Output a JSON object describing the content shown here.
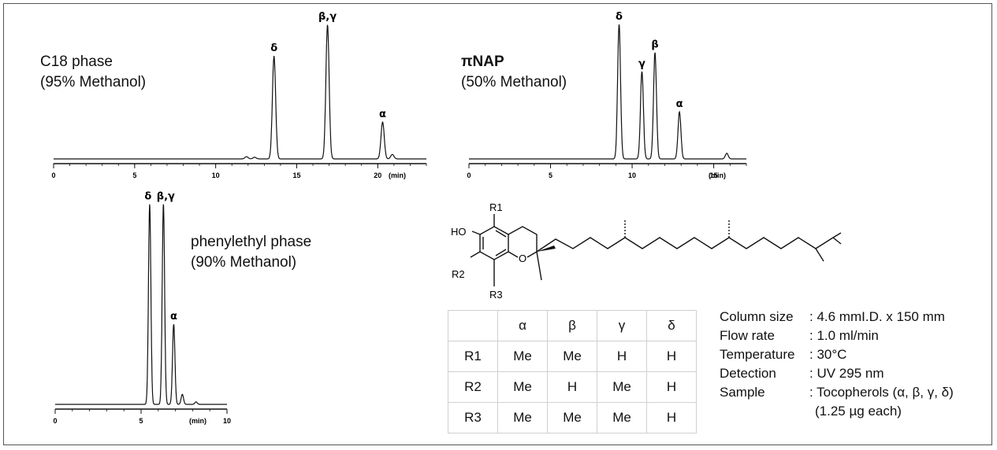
{
  "chart_data": [
    {
      "type": "line",
      "title": "C18 phase",
      "subtitle": "(95% Methanol)",
      "xlabel": "(min)",
      "xlim": [
        0,
        23
      ],
      "xticks": [
        0,
        5,
        10,
        15,
        20
      ],
      "tick_labels": [
        "0",
        "5",
        "10",
        "15",
        "20"
      ],
      "peaks": [
        {
          "label": "δ",
          "rt": 13.6,
          "height": 0.92
        },
        {
          "label": "β,γ",
          "rt": 16.9,
          "height": 1.2
        },
        {
          "label": "α",
          "rt": 20.3,
          "height": 0.33
        },
        {
          "label": "",
          "rt": 20.9,
          "height": 0.04
        },
        {
          "label": "",
          "rt": 11.9,
          "height": 0.02
        },
        {
          "label": "",
          "rt": 12.4,
          "height": 0.015
        }
      ]
    },
    {
      "type": "line",
      "title": "πNAP",
      "subtitle": "(50% Methanol)",
      "xlabel": "(min)",
      "xlim": [
        0,
        17
      ],
      "xticks": [
        0,
        5,
        10,
        15
      ],
      "tick_labels": [
        "0",
        "5",
        "10",
        "15"
      ],
      "peaks": [
        {
          "label": "δ",
          "rt": 9.2,
          "height": 1.2
        },
        {
          "label": "γ",
          "rt": 10.6,
          "height": 0.78
        },
        {
          "label": "β",
          "rt": 11.4,
          "height": 0.95
        },
        {
          "label": "α",
          "rt": 12.9,
          "height": 0.42
        },
        {
          "label": "",
          "rt": 15.8,
          "height": 0.05
        }
      ]
    },
    {
      "type": "line",
      "title": "phenylethyl phase",
      "subtitle": "(90% Methanol)",
      "xlabel": "(min)",
      "xlim": [
        0,
        10
      ],
      "xticks": [
        0,
        5,
        10
      ],
      "tick_labels": [
        "0",
        "5",
        "10"
      ],
      "peaks": [
        {
          "label": "δ",
          "rt": 5.5,
          "height": 1.2
        },
        {
          "label": "β,γ",
          "rt": 6.3,
          "height": 1.2
        },
        {
          "label": "α",
          "rt": 6.9,
          "height": 0.48
        },
        {
          "label": "",
          "rt": 7.4,
          "height": 0.06
        },
        {
          "label": "",
          "rt": 8.2,
          "height": 0.015
        }
      ]
    }
  ],
  "structure": {
    "labels": {
      "r1": "R1",
      "r2": "R2",
      "r3": "R3",
      "ho": "HO",
      "o": "O"
    }
  },
  "substituent_table": {
    "header": [
      "",
      "α",
      "β",
      "γ",
      "δ"
    ],
    "rows": [
      [
        "R1",
        "Me",
        "Me",
        "H",
        "H"
      ],
      [
        "R2",
        "Me",
        "H",
        "Me",
        "H"
      ],
      [
        "R3",
        "Me",
        "Me",
        "Me",
        "H"
      ]
    ]
  },
  "conditions": {
    "rows": [
      {
        "key": "Column size",
        "value": ": 4.6 mmI.D. x 150 mm"
      },
      {
        "key": "Flow rate",
        "value": ": 1.0 ml/min"
      },
      {
        "key": "Temperature",
        "value": ": 30°C"
      },
      {
        "key": "Detection",
        "value": ": UV 295 nm"
      },
      {
        "key": "Sample",
        "value": ": Tocopherols (α, β, γ, δ)"
      }
    ],
    "sample_note": "(1.25 µg each)"
  }
}
